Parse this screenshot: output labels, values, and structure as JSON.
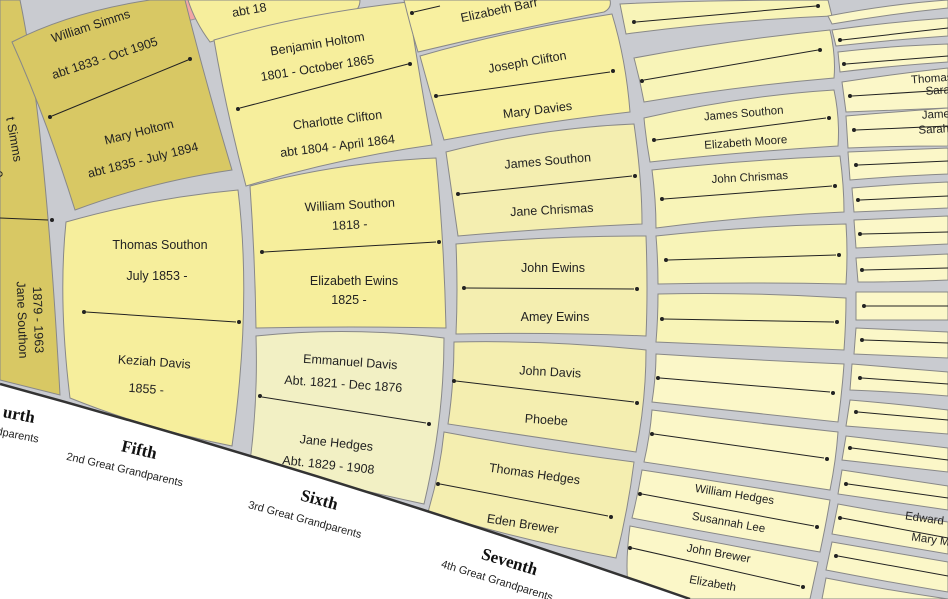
{
  "colors": {
    "gen4": "#d8c864",
    "gen5": "#f6ee9c",
    "gen6": "#f2f0c4",
    "gen7": "#f4eeb0",
    "gen8": "#f8f4b8",
    "gen9": "#fbf7c8",
    "gap": "#c9cbd0",
    "pink": "#f2a6a6"
  },
  "generations": [
    {
      "title": "urth",
      "sub": "ndparents"
    },
    {
      "title": "Fifth",
      "sub": "2nd Great Grandparents"
    },
    {
      "title": "Sixth",
      "sub": "3rd Great Grandparents"
    },
    {
      "title": "Seventh",
      "sub": "4th Great Grandparents"
    }
  ],
  "people": {
    "top_partial": "abt 18",
    "simms_partial": "t Simms",
    "simms_partial2": "0",
    "jane_southon": "Jane Southon",
    "jane_southon_dates": "1879 - 1963",
    "william_simms": "William Simms",
    "william_simms_dates": "abt 1833 - Oct 1905",
    "mary_holtom": "Mary Holtom",
    "mary_holtom_dates": "abt 1835 - July 1894",
    "benjamin_holtom": "Benjamin Holtom",
    "benjamin_holtom_dates": "1801 - October 1865",
    "charlotte_clifton": "Charlotte Clifton",
    "charlotte_clifton_dates": "abt 1804 - April 1864",
    "elizabeth_barr": "Elizabeth Barr",
    "joseph_clifton": "Joseph Clifton",
    "mary_davies": "Mary Davies",
    "thomas_southon": "Thomas Southon",
    "thomas_southon_dates": "July 1853 -",
    "keziah_davis": "Keziah Davis",
    "keziah_davis_dates": "1855 -",
    "william_southon": "William Southon",
    "william_southon_dates": "1818 -",
    "elizabeth_ewins": "Elizabeth Ewins",
    "elizabeth_ewins_dates": "1825 -",
    "emmanuel_davis": "Emmanuel Davis",
    "emmanuel_davis_dates": "Abt. 1821 - Dec 1876",
    "jane_hedges": "Jane Hedges",
    "jane_hedges_dates": "Abt. 1829 - 1908",
    "james_southon_7": "James Southon",
    "jane_chrismas": "Jane Chrismas",
    "john_ewins": "John Ewins",
    "amey_ewins": "Amey Ewins",
    "john_davis": "John Davis",
    "phoebe": "Phoebe",
    "thomas_hedges": "Thomas Hedges",
    "eden_brewer": "Eden Brewer",
    "james_southon_8": "James Southon",
    "elizabeth_moore": "Elizabeth Moore",
    "john_chrismas": "John Chrismas",
    "william_hedges": "William Hedges",
    "susannah_lee": "Susannah Lee",
    "john_brewer": "John Brewer",
    "elizabeth": "Elizabeth",
    "thomas_partial": "Thomas",
    "sara_partial": "Sara",
    "james_partial": "Jame",
    "sarah_partial": "Sarah",
    "edward_partial": "Edward",
    "mary_m_partial": "Mary M"
  }
}
